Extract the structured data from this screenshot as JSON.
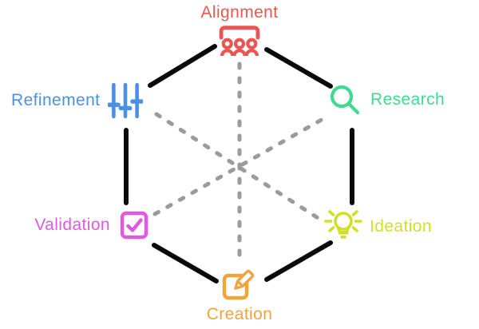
{
  "diagram": {
    "name": "design-process-hexagon",
    "background_color": "#ffffff",
    "solid_edge_color": "#0a0a0a",
    "dashed_line_color": "#9b9b9b",
    "nodes": [
      {
        "id": "alignment",
        "label": "Alignment",
        "color": "#ea5651",
        "icon": "audience-group-icon",
        "position": "top"
      },
      {
        "id": "research",
        "label": "Research",
        "color": "#42d991",
        "icon": "search-icon",
        "position": "upper-right"
      },
      {
        "id": "ideation",
        "label": "Ideation",
        "color": "#d3de27",
        "icon": "lightbulb-icon",
        "position": "lower-right"
      },
      {
        "id": "creation",
        "label": "Creation",
        "color": "#f2a33c",
        "icon": "edit-pencil-icon",
        "position": "bottom"
      },
      {
        "id": "validation",
        "label": "Validation",
        "color": "#e158e1",
        "icon": "checkbox-check-icon",
        "position": "lower-left"
      },
      {
        "id": "refinement",
        "label": "Refinement",
        "color": "#4b90e2",
        "icon": "sliders-icon",
        "position": "upper-left"
      }
    ],
    "solid_edges": [
      [
        "refinement",
        "alignment"
      ],
      [
        "alignment",
        "research"
      ],
      [
        "research",
        "ideation"
      ],
      [
        "ideation",
        "creation"
      ],
      [
        "creation",
        "validation"
      ],
      [
        "validation",
        "refinement"
      ]
    ],
    "dashed_edges": [
      [
        "alignment",
        "creation"
      ],
      [
        "refinement",
        "ideation"
      ],
      [
        "validation",
        "research"
      ]
    ]
  }
}
